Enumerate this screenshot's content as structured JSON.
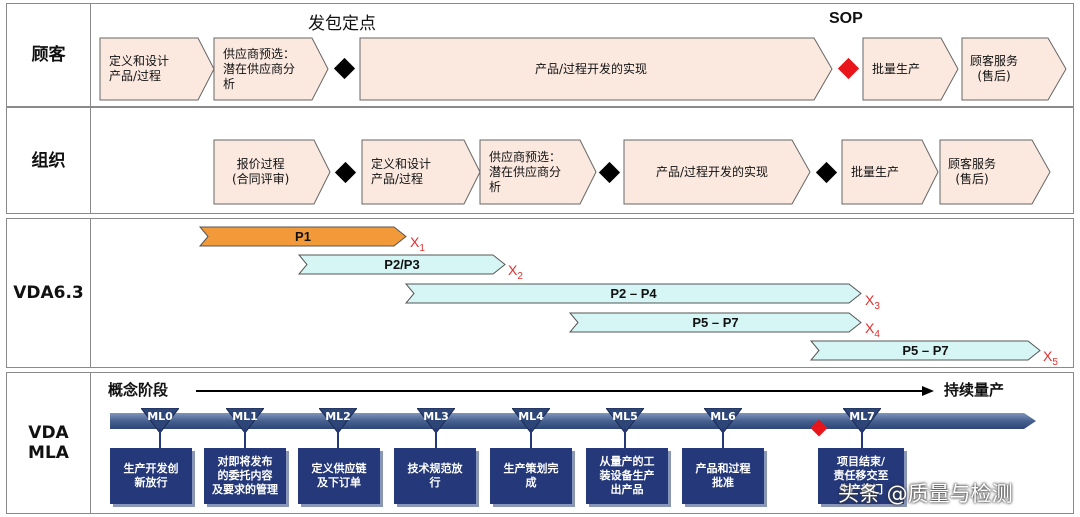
{
  "rows": {
    "customer": "顾客",
    "organization": "组织",
    "vda63": "VDA6.3",
    "vdamla": "VDA\nMLA"
  },
  "customer_row": {
    "release_point": "发包定点",
    "sop": "SOP",
    "steps": [
      "定义和设计\n产品/过程",
      "供应商预选：\n潜在供应商分\n析",
      "产品/过程开发的实现",
      "批量生产",
      "顾客服务\n(售后)"
    ]
  },
  "organization_row": {
    "steps": [
      "报价过程\n(合同评审)",
      "定义和设计\n产品/过程",
      "供应商预选：\n潜在供应商分\n析",
      "产品/过程开发的实现",
      "批量生产",
      "顾客服务\n(售后)"
    ]
  },
  "vda63_row": {
    "bars": [
      {
        "label": "P1",
        "color": "#f29a3a",
        "marker": "X",
        "sub": "1"
      },
      {
        "label": "P2/P3",
        "color": "#d6f6f6",
        "marker": "X",
        "sub": "2"
      },
      {
        "label": "P2 – P4",
        "color": "#d6f6f6",
        "marker": "X",
        "sub": "3"
      },
      {
        "label": "P5 – P7",
        "color": "#d6f6f6",
        "marker": "X",
        "sub": "4"
      },
      {
        "label": "P5 – P7",
        "color": "#d6f6f6",
        "marker": "X",
        "sub": "5"
      }
    ]
  },
  "mla_row": {
    "start_label": "概念阶段",
    "end_label": "持续量产",
    "milestones": [
      "ML0",
      "ML1",
      "ML2",
      "ML3",
      "ML4",
      "ML5",
      "ML6",
      "ML7"
    ],
    "boxes": [
      "生产开发创\n新放行",
      "对即将发布\n的委托内容\n及要求的管理",
      "定义供应链\n及下订单",
      "技术规范放\n行",
      "生产策划完\n成",
      "从量产的工\n装设备生产\n出产品",
      "产品和过程\n批准",
      "项目结束/\n责任移交至\n生产部门"
    ]
  },
  "watermark": "头条 @质量与检测",
  "colors": {
    "chevron_fill": "#fbe9e0",
    "diamond": "#000000",
    "sop_diamond": "#e8151b",
    "mla_bar": "#46608f",
    "mla_box": "#24387a"
  }
}
